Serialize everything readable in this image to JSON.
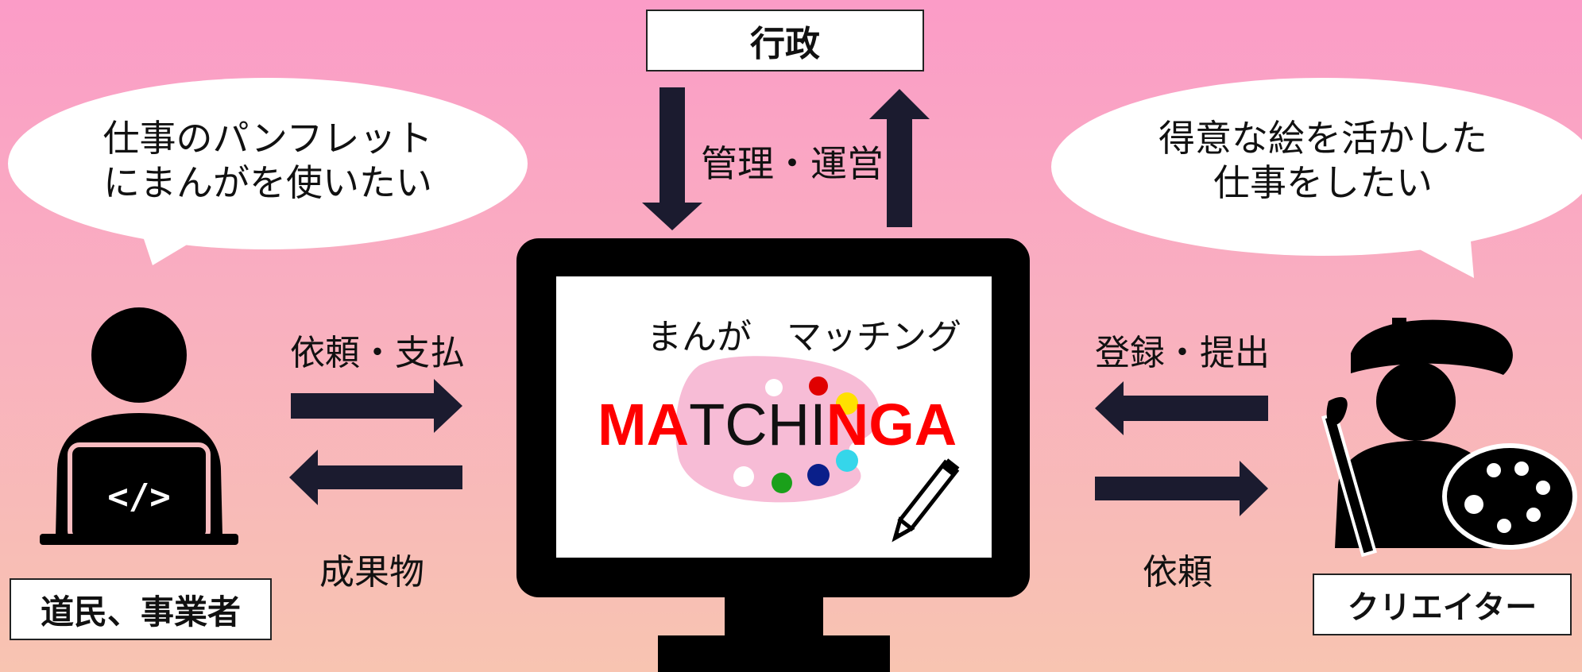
{
  "top_box": {
    "label": "行政"
  },
  "admin_label": "管理・運営",
  "left_bubble": {
    "line1": "仕事のパンフレット",
    "line2": "にまんがを使いたい"
  },
  "right_bubble": {
    "line1": "得意な絵を活かした",
    "line2": "仕事をしたい"
  },
  "left_arrows": {
    "top_label": "依頼・支払",
    "bottom_label": "成果物"
  },
  "right_arrows": {
    "top_label": "登録・提出",
    "bottom_label": "依頼"
  },
  "left_actor": {
    "label": "道民、事業者",
    "icon": "code-laptop-user-icon"
  },
  "right_actor": {
    "label": "クリエイター",
    "icon": "painter-artist-icon"
  },
  "screen": {
    "tagline": "まんが　マッチング",
    "logo_parts": [
      "MA",
      "TCHI",
      "NGA"
    ],
    "colors": {
      "accent": "#ff0000",
      "text": "#111111",
      "palette": "#f6b5d2"
    }
  }
}
